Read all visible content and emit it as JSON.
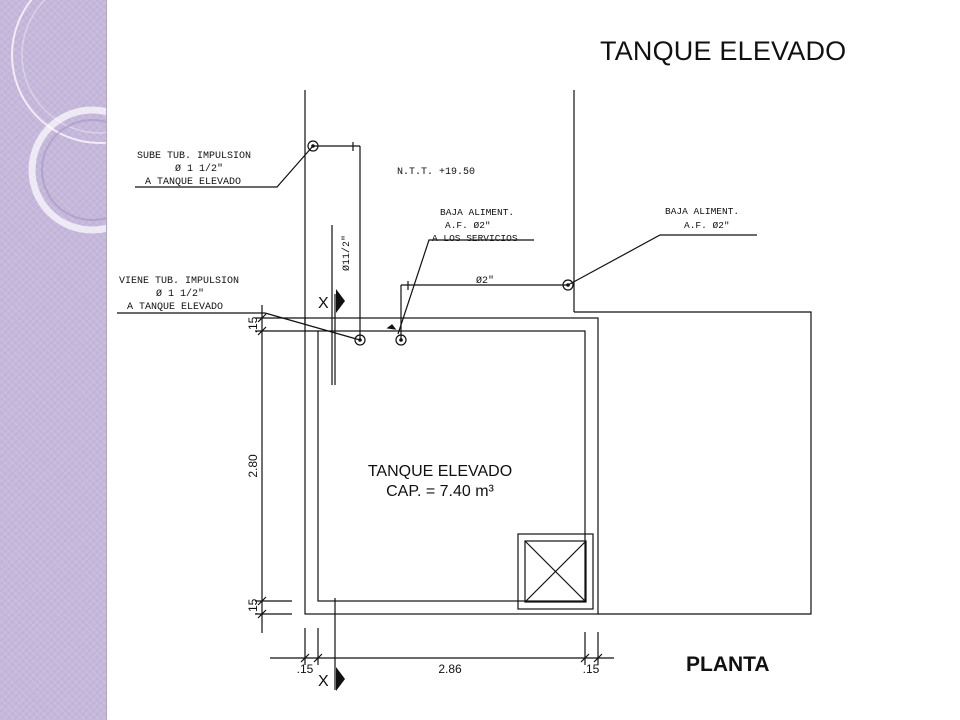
{
  "title": "TANQUE ELEVADO",
  "plan_label": "PLANTA",
  "callouts": {
    "sube": {
      "line1": "SUBE TUB. IMPULSION",
      "line2": "Ø 1 1/2\"",
      "line3": "A TANQUE ELEVADO"
    },
    "viene": {
      "line1": "VIENE TUB. IMPULSION",
      "line2": "Ø 1 1/2\"",
      "line3": "A TANQUE ELEVADO"
    },
    "baja_servicios": {
      "line1": "BAJA ALIMENT.",
      "line2": "A.F. Ø2\"",
      "line3": "A LOS SERVICIOS"
    },
    "baja_right": {
      "line1": "BAJA ALIMENT.",
      "line2": "A.F. Ø2\""
    }
  },
  "level": "N.T.T. +19.50",
  "pipe_labels": {
    "vertical": "Ø11/2\"",
    "horizontal": "Ø2\""
  },
  "tank": {
    "name": "TANQUE ELEVADO",
    "capacity": "CAP. = 7.40 m³"
  },
  "dimensions": {
    "left_top": ".15",
    "left_mid": "2.80",
    "left_bottom": ".15",
    "bottom_left": ".15",
    "bottom_mid": "2.86",
    "bottom_right": ".15"
  },
  "section_mark": "X"
}
